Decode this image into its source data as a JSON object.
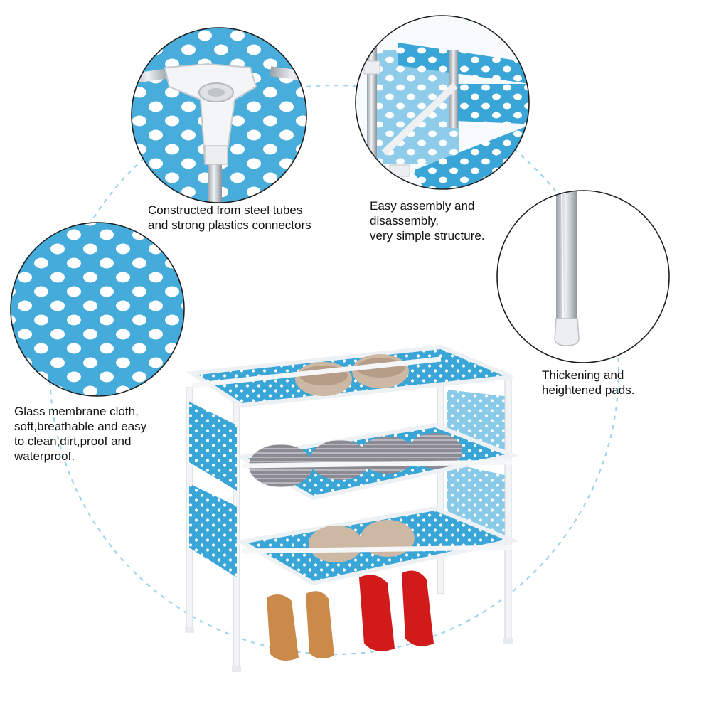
{
  "colors": {
    "fabric_blue": "#3aa6d8",
    "dot_white": "#ffffff",
    "frame_white": "#f2f4f6",
    "steel": "#c9ced3",
    "heel_red": "#d11a1a",
    "heel_tan": "#c98a4a",
    "slipper_stripe": "#8c8a93",
    "slipper_beige": "#cdb8a4",
    "dashed_ring": "#9fd3ee"
  },
  "callouts": [
    {
      "id": "steel-connectors",
      "text": "Constructed from steel tubes\nand strong plastics connectors"
    },
    {
      "id": "easy-assembly",
      "text": "Easy assembly and\ndisassembly,\nvery simple structure."
    },
    {
      "id": "thickening-pads",
      "text": "Thickening and\nheightened pads."
    },
    {
      "id": "membrane-cloth",
      "text": "Glass membrane cloth,\nsoft,breathable and easy\nto clean,dirt,proof and\nwaterproof."
    }
  ],
  "icons": [
    "connector-closeup",
    "assembly-closeup",
    "tube-pad-closeup",
    "fabric-closeup",
    "shoe-rack-photo"
  ]
}
